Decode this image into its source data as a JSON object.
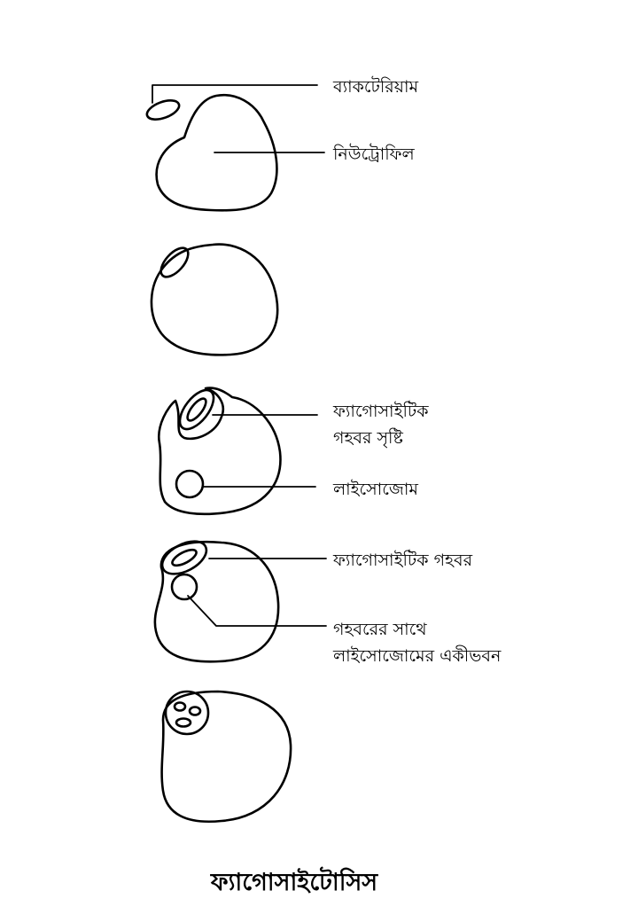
{
  "diagram": {
    "title": "ফ্যাগোসাইটোসিস",
    "stages": [
      {
        "labels": [
          "ব্যাকটেরিয়াম",
          "নিউট্রোফিল"
        ]
      },
      {
        "labels": []
      },
      {
        "labels": [
          {
            "line1": "ফ্যাগোসাইটিক",
            "line2": "গহবর সৃষ্টি"
          },
          "লাইসোজোম"
        ]
      },
      {
        "labels": [
          "ফ্যাগোসাইটিক গহবর",
          {
            "line1": "গহবরের সাথে",
            "line2": "লাইসোজোমের একীভবন"
          }
        ]
      },
      {
        "labels": []
      }
    ]
  }
}
